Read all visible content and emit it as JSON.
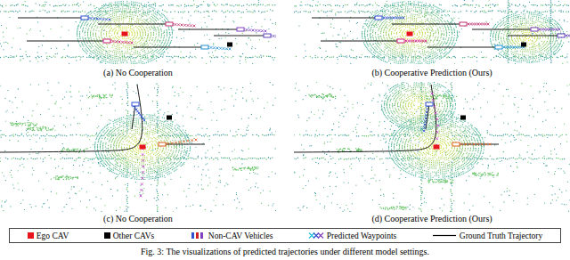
{
  "diagram": {
    "caption": "Fig. 3: The visualizations of predicted trajectories under different model settings.",
    "labels": [
      "(a) No Cooperation",
      "(b) Cooperative Prediction (Ours)",
      "(c) No Cooperation",
      "(d) Cooperative Prediction (Ours)"
    ],
    "legend": [
      {
        "text": "Ego CAV",
        "color": "#e8141c"
      },
      {
        "text": "Other CAVs",
        "color": "#000000"
      },
      {
        "text": "Non-CAV Vehicles"
      },
      {
        "text": "Predicted Waypoints"
      },
      {
        "text": "Ground Truth Trajectory"
      }
    ]
  }
}
